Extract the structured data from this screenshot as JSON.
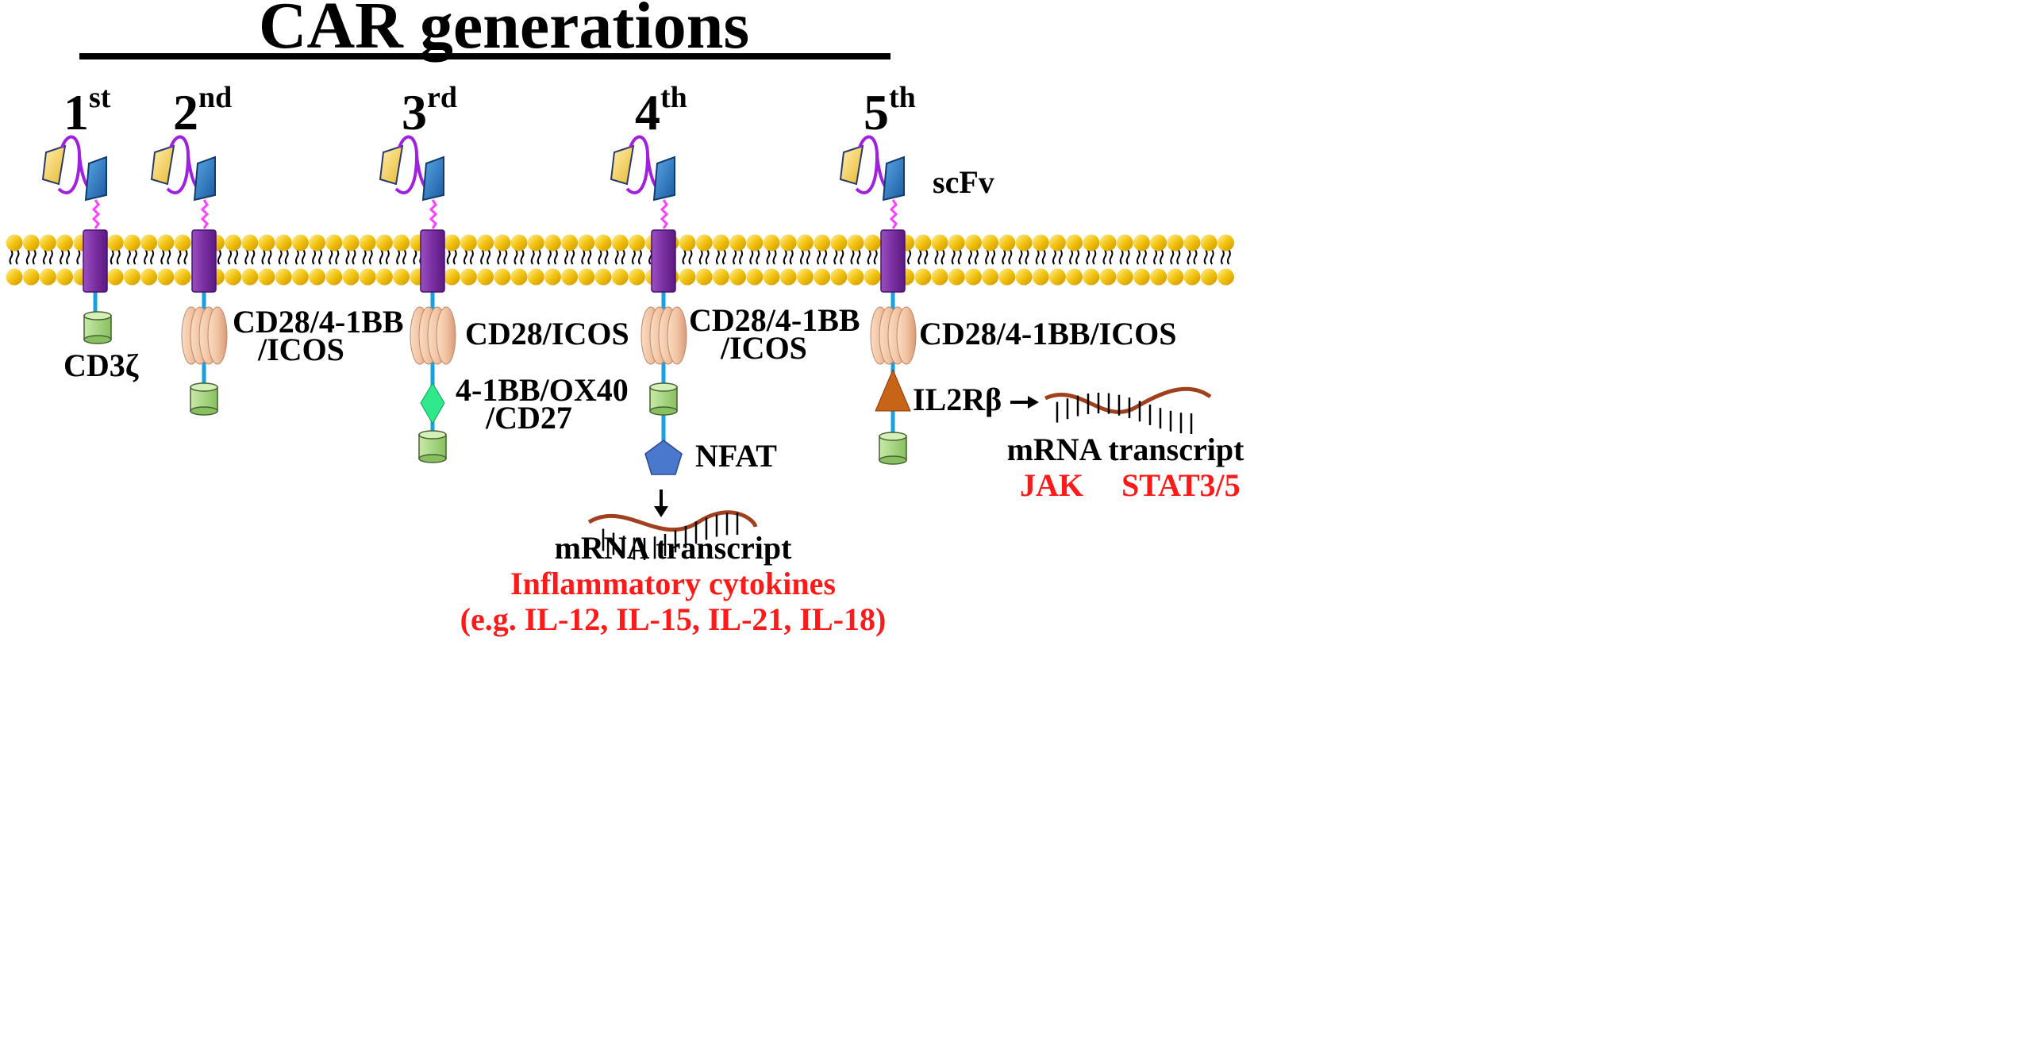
{
  "title": "CAR generations",
  "generations": [
    {
      "num": "1",
      "suffix": "st"
    },
    {
      "num": "2",
      "suffix": "nd"
    },
    {
      "num": "3",
      "suffix": "rd"
    },
    {
      "num": "4",
      "suffix": "th"
    },
    {
      "num": "5",
      "suffix": "th"
    }
  ],
  "labels": {
    "scfv": "scFv",
    "cd3z": "CD3ζ",
    "gen2_costim_line1": "CD28/4-1BB",
    "gen2_costim_line2": "/ICOS",
    "gen3_costim": "CD28/ICOS",
    "gen3_costim2_line1": "4-1BB/OX40",
    "gen3_costim2_line2": "/CD27",
    "gen4_costim_line1": "CD28/4-1BB",
    "gen4_costim_line2": "/ICOS",
    "nfat": "NFAT",
    "gen4_mrna": "mRNA transcript",
    "gen4_out_line1": "Inflammatory cytokines",
    "gen4_out_line2": "(e.g. IL-12, IL-15, IL-21, IL-18)",
    "gen5_costim": "CD28/4-1BB/ICOS",
    "il2rb": "IL2Rβ",
    "gen5_mrna": "mRNA transcript",
    "jak": "JAK",
    "stat": "STAT3/5"
  },
  "colors": {
    "lipid_head": "#f3c30f",
    "transmembrane": "#7a2fa0",
    "stalk": "#1aa0e0",
    "cd3z": "#a8d88a",
    "costim": "#f2c4a2",
    "costim2": "#2ee889",
    "nfat": "#4a78cc",
    "il2rb": "#c86418",
    "mrna": "#a0401c",
    "heavy_chain": "#f4d06a",
    "light_chain": "#2a78c8",
    "linker": "#a020e0",
    "hinge": "#ff40ff",
    "highlight_text": "#ff1a1a"
  }
}
